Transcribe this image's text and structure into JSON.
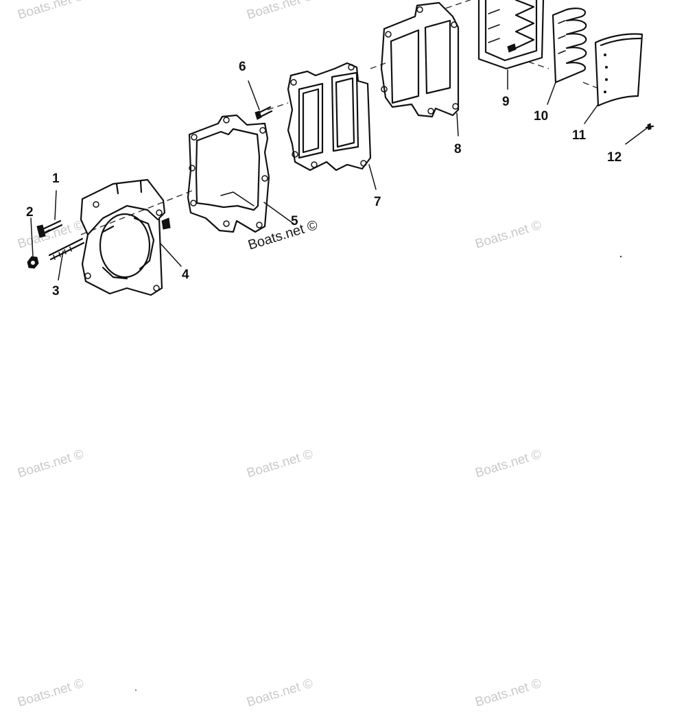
{
  "callouts": [
    "1",
    "2",
    "3",
    "4",
    "5",
    "6",
    "7",
    "8",
    "9",
    "10",
    "11",
    "12"
  ],
  "watermark": "Boats.net ©",
  "colors": {
    "ink": "#111111",
    "watermark": "#c9c9c9",
    "background": "#ffffff"
  }
}
